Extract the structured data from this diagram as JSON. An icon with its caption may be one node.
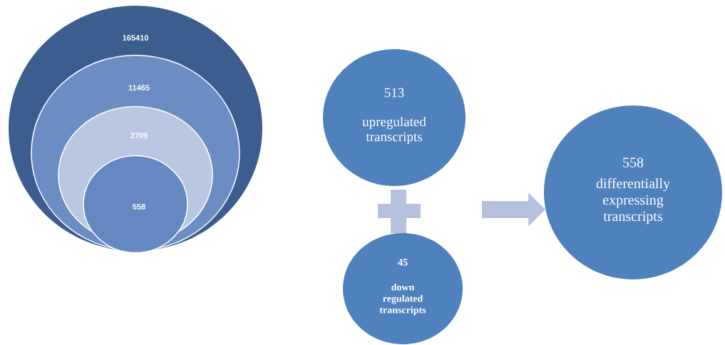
{
  "diagram": {
    "nodes": [
      {
        "text": [
          "165410"
        ]
      },
      {
        "text": [
          "11465"
        ],
        "in": 0
      },
      {
        "text": [
          "2709"
        ],
        "in": 1
      },
      {
        "text": [
          "558"
        ],
        "in": 2
      },
      {
        "text": [
          "513",
          "upregulated transcripts"
        ]
      },
      {
        "text": [
          "45",
          "down regulated transcripts"
        ]
      },
      {
        "text": [
          "558",
          "differentially expressing transcripts"
        ]
      }
    ],
    "edges": [
      {
        "from": null,
        "to": 6,
        "arrow": "to"
      }
    ]
  }
}
